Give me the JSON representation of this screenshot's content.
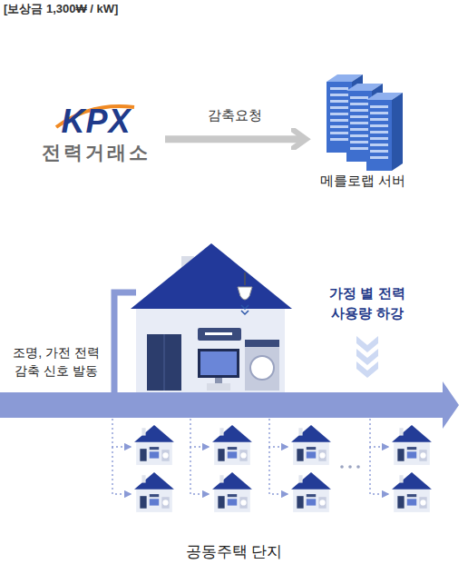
{
  "diagram": {
    "caption": "공동주택 단지",
    "nodes": [
      {
        "text": [
          "KPX",
          "전력거래소"
        ]
      },
      {
        "text": [
          "메를로랩 서버"
        ]
      }
    ],
    "edges": [
      {
        "from": 0,
        "to": 1,
        "label": "감축요청",
        "arrow": "to"
      }
    ],
    "labels": [
      "[보상금 1,300₩ / kW]",
      "조명, 가전 전력 감축 신호 발동",
      "가정 별 전력 사용량 하강"
    ]
  }
}
